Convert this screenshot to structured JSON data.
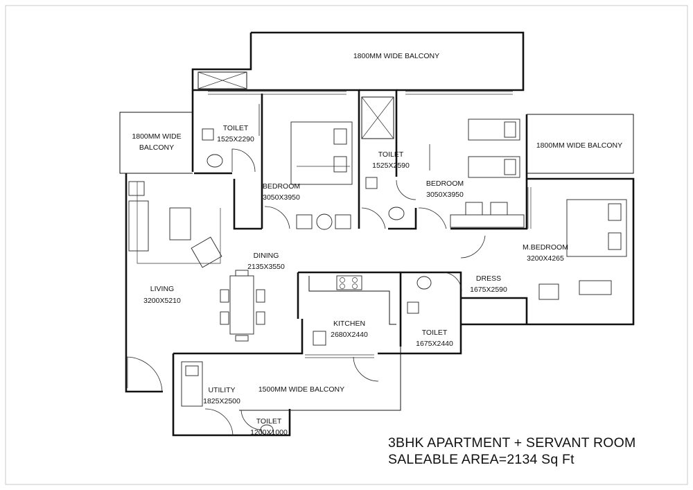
{
  "rooms": {
    "balcony_top": {
      "name": "1800MM WIDE BALCONY",
      "size": ""
    },
    "balcony_left": {
      "name": "1800MM WIDE",
      "size": "BALCONY"
    },
    "balcony_right": {
      "name": "1800MM WIDE BALCONY",
      "size": ""
    },
    "balcony_bottom": {
      "name": "1500MM WIDE BALCONY",
      "size": ""
    },
    "toilet_1": {
      "name": "TOILET",
      "size": "1525X2290"
    },
    "toilet_2": {
      "name": "TOILET",
      "size": "1525X2590"
    },
    "toilet_3": {
      "name": "TOILET",
      "size": "1675X2440"
    },
    "toilet_4": {
      "name": "TOILET",
      "size": "1200X1000"
    },
    "bedroom_1": {
      "name": "BEDROOM",
      "size": "3050X3950"
    },
    "bedroom_2": {
      "name": "BEDROOM",
      "size": "3050X3950"
    },
    "master_bedroom": {
      "name": "M.BEDROOM",
      "size": "3200X4265"
    },
    "dining": {
      "name": "DINING",
      "size": "2135X3550"
    },
    "living": {
      "name": "LIVING",
      "size": "3200X5210"
    },
    "dress": {
      "name": "DRESS",
      "size": "1675X2590"
    },
    "kitchen": {
      "name": "KITCHEN",
      "size": "2680X2440"
    },
    "utility": {
      "name": "UTILITY",
      "size": "1825X2500"
    }
  },
  "caption": {
    "line1": "3BHK APARTMENT + SERVANT ROOM",
    "line2": "SALEABLE AREA=2134 Sq Ft"
  }
}
